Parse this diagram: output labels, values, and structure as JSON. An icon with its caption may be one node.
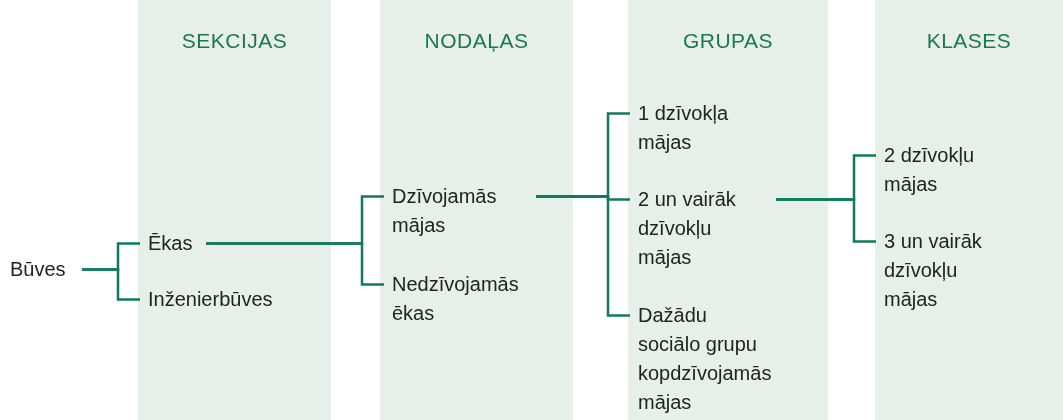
{
  "diagram": {
    "nodes": [
      {
        "text": [
          "SEKCIJAS"
        ]
      },
      {
        "text": [
          "NODAĻAS"
        ]
      },
      {
        "text": [
          "GRUPAS"
        ]
      },
      {
        "text": [
          "KLASES"
        ]
      },
      {
        "text": [
          "Būves"
        ]
      },
      {
        "text": [
          "Ēkas"
        ],
        "in": 0
      },
      {
        "text": [
          "Inženierbūves"
        ],
        "in": 0
      },
      {
        "text": [
          "Dzīvojamās mājas"
        ],
        "in": 1
      },
      {
        "text": [
          "Nedzīvojamās ēkas"
        ],
        "in": 1
      },
      {
        "text": [
          "1 dzīvokļa mājas"
        ],
        "in": 2
      },
      {
        "text": [
          "2 un vairāk dzīvokļu mājas"
        ],
        "in": 2
      },
      {
        "text": [
          "Dažādu sociālo grupu kopdzīvojamās mājas"
        ],
        "in": 2
      },
      {
        "text": [
          "2 dzīvokļu mājas"
        ],
        "in": 3
      },
      {
        "text": [
          "3 un vairāk dzīvokļu mājas"
        ],
        "in": 3
      }
    ],
    "edges": [
      {
        "from": 4,
        "to": 5,
        "arrow": "none"
      },
      {
        "from": 4,
        "to": 6,
        "arrow": "none"
      },
      {
        "from": 5,
        "to": 7,
        "arrow": "none"
      },
      {
        "from": 5,
        "to": 8,
        "arrow": "none"
      },
      {
        "from": 7,
        "to": 9,
        "arrow": "none"
      },
      {
        "from": 7,
        "to": 10,
        "arrow": "none"
      },
      {
        "from": 7,
        "to": 11,
        "arrow": "none"
      },
      {
        "from": 10,
        "to": 12,
        "arrow": "none"
      },
      {
        "from": 10,
        "to": 13,
        "arrow": "none"
      }
    ]
  }
}
